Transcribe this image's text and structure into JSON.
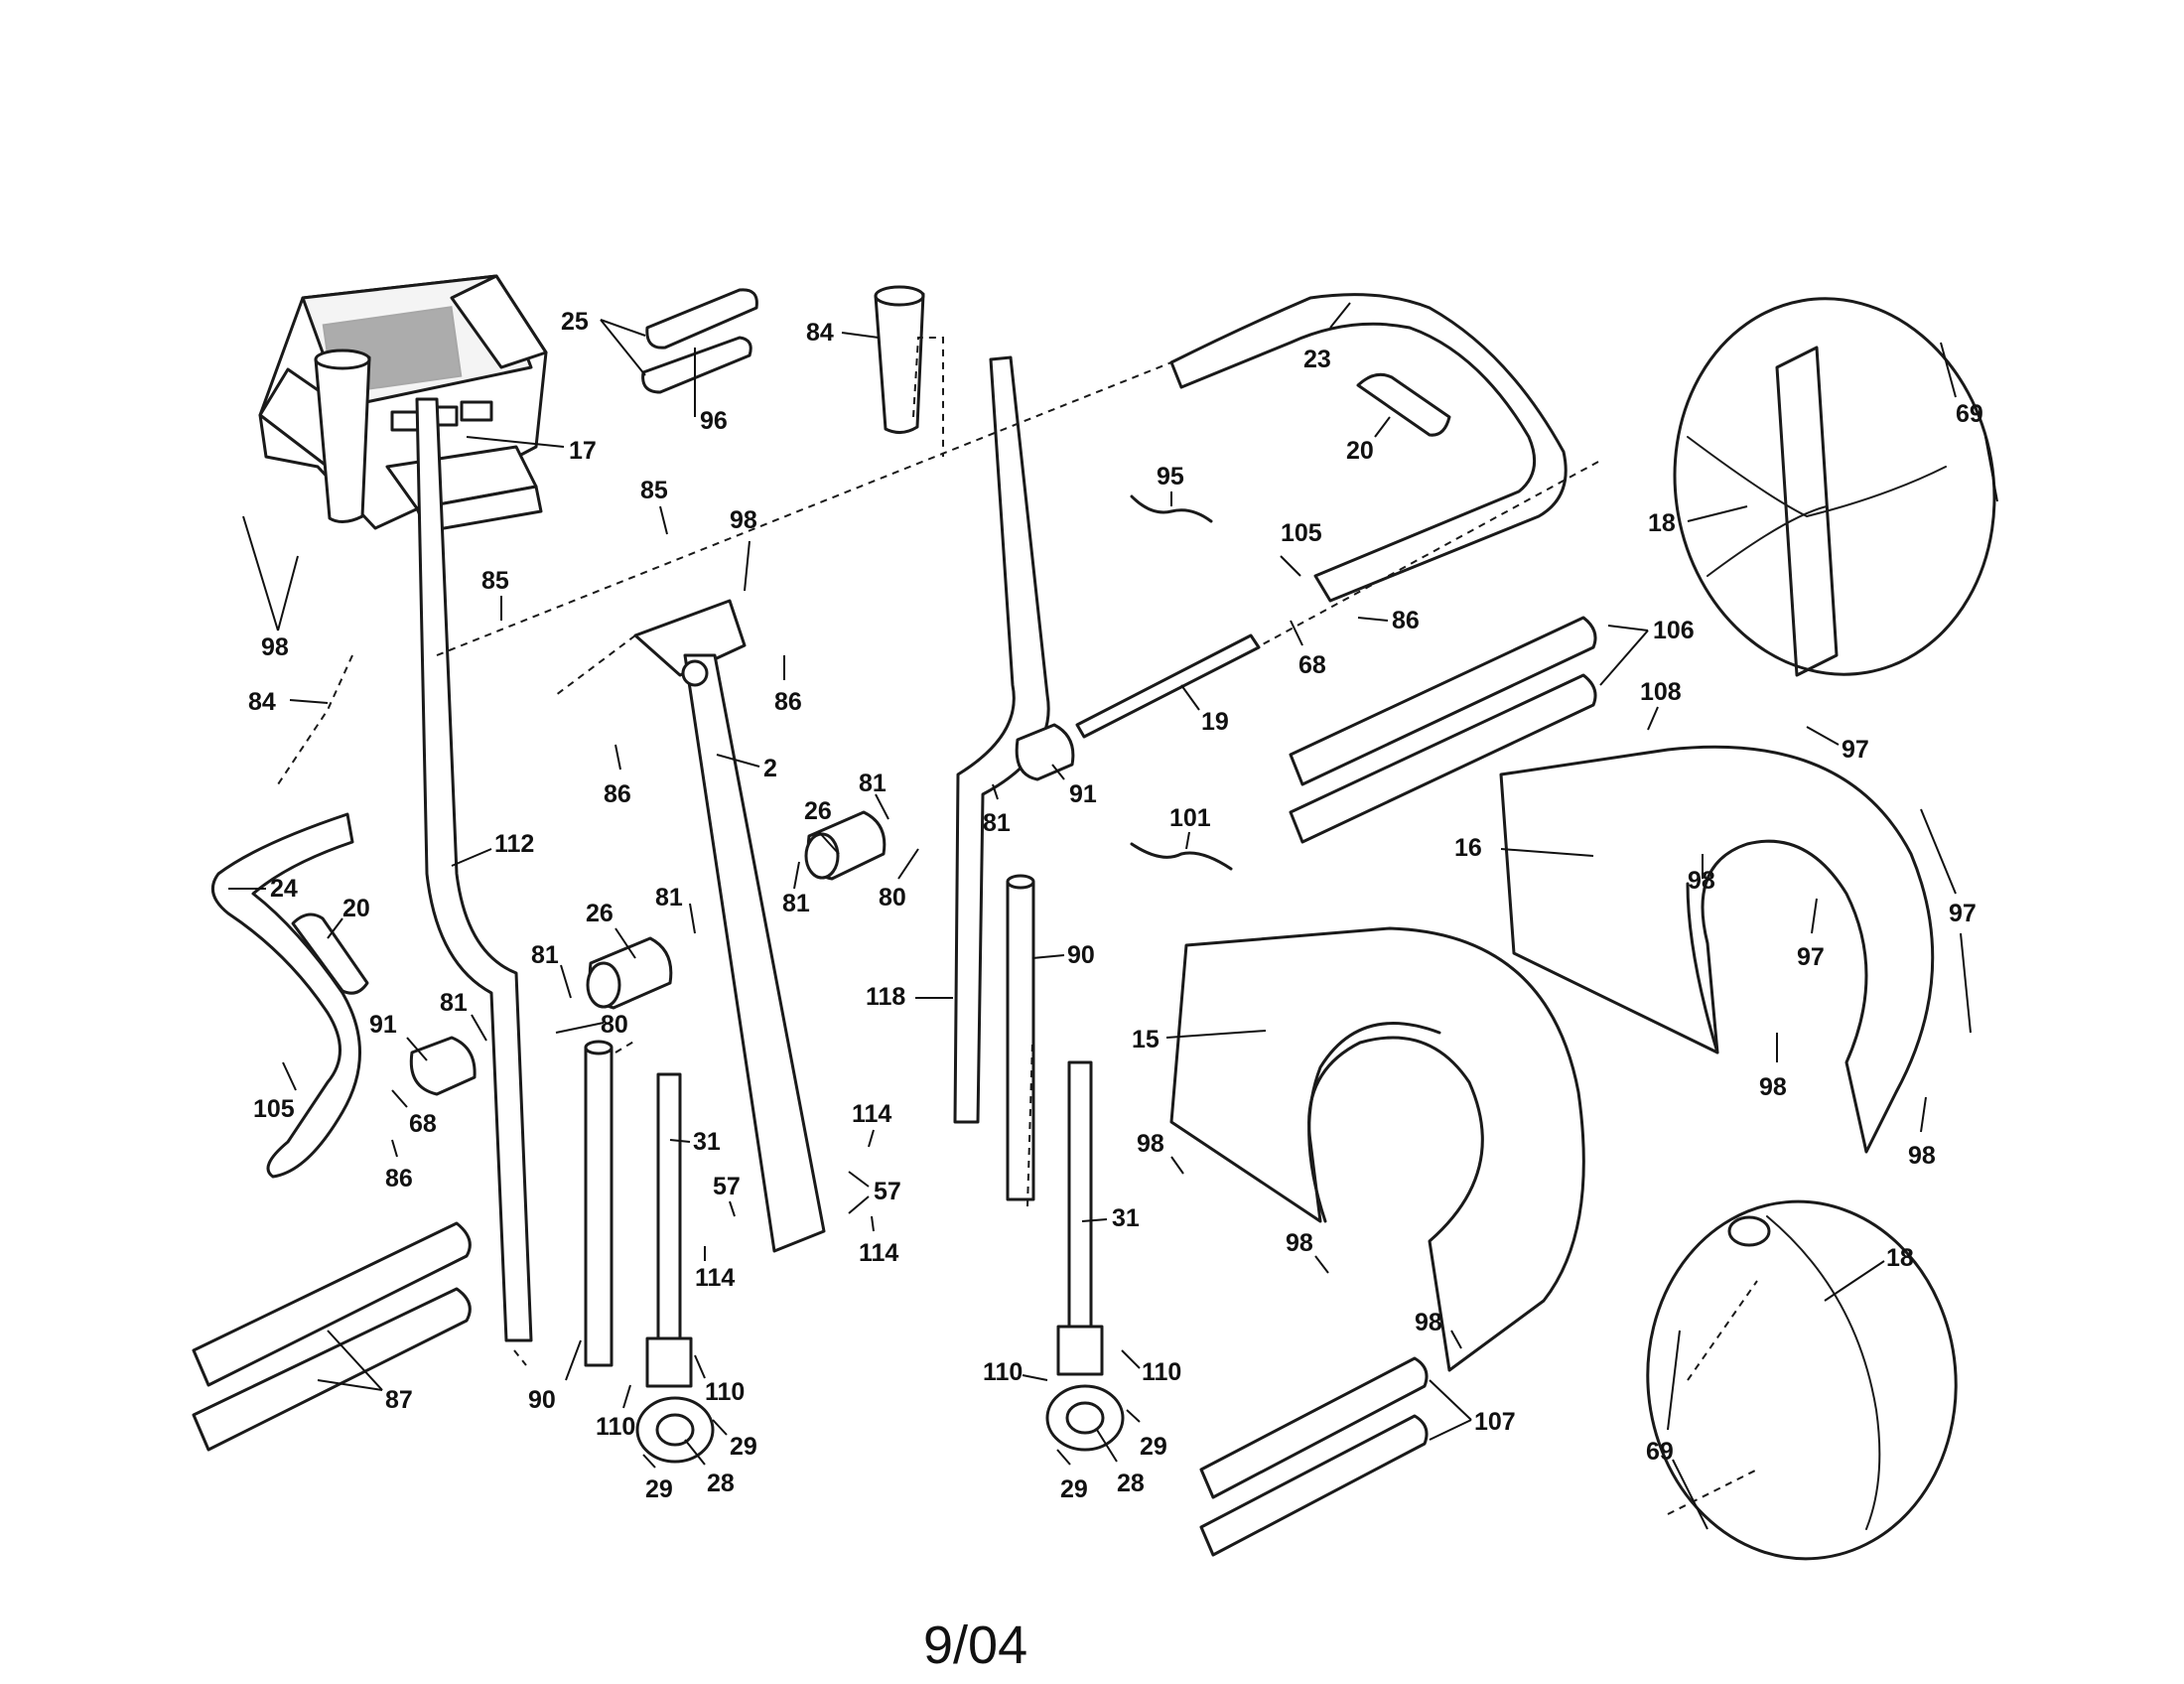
{
  "date_label": "9/04",
  "callouts": [
    {
      "id": "c-25",
      "label": "25"
    },
    {
      "id": "c-96",
      "label": "96"
    },
    {
      "id": "c-17",
      "label": "17"
    },
    {
      "id": "c-98-a",
      "label": "98"
    },
    {
      "id": "c-84-a",
      "label": "84"
    },
    {
      "id": "c-84-b",
      "label": "84"
    },
    {
      "id": "c-85-a",
      "label": "85"
    },
    {
      "id": "c-85-b",
      "label": "85"
    },
    {
      "id": "c-98-b",
      "label": "98"
    },
    {
      "id": "c-86-a",
      "label": "86"
    },
    {
      "id": "c-86-b",
      "label": "86"
    },
    {
      "id": "c-2",
      "label": "2"
    },
    {
      "id": "c-112",
      "label": "112"
    },
    {
      "id": "c-24",
      "label": "24"
    },
    {
      "id": "c-20-a",
      "label": "20"
    },
    {
      "id": "c-26-a",
      "label": "26"
    },
    {
      "id": "c-26-b",
      "label": "26"
    },
    {
      "id": "c-81-a",
      "label": "81"
    },
    {
      "id": "c-81-b",
      "label": "81"
    },
    {
      "id": "c-81-c",
      "label": "81"
    },
    {
      "id": "c-81-d",
      "label": "81"
    },
    {
      "id": "c-81-e",
      "label": "81"
    },
    {
      "id": "c-81-f",
      "label": "81"
    },
    {
      "id": "c-91-a",
      "label": "91"
    },
    {
      "id": "c-91-b",
      "label": "91"
    },
    {
      "id": "c-80-a",
      "label": "80"
    },
    {
      "id": "c-80-b",
      "label": "80"
    },
    {
      "id": "c-105-a",
      "label": "105"
    },
    {
      "id": "c-105-b",
      "label": "105"
    },
    {
      "id": "c-68-a",
      "label": "68"
    },
    {
      "id": "c-68-b",
      "label": "68"
    },
    {
      "id": "c-86-c",
      "label": "86"
    },
    {
      "id": "c-86-d",
      "label": "86"
    },
    {
      "id": "c-31-a",
      "label": "31"
    },
    {
      "id": "c-31-b",
      "label": "31"
    },
    {
      "id": "c-57",
      "label": "57"
    },
    {
      "id": "c-57-b",
      "label": "57"
    },
    {
      "id": "c-114-a",
      "label": "114"
    },
    {
      "id": "c-114-b",
      "label": "114"
    },
    {
      "id": "c-114-c",
      "label": "114"
    },
    {
      "id": "c-87",
      "label": "87"
    },
    {
      "id": "c-90-a",
      "label": "90"
    },
    {
      "id": "c-90-b",
      "label": "90"
    },
    {
      "id": "c-110-a",
      "label": "110"
    },
    {
      "id": "c-110-b",
      "label": "110"
    },
    {
      "id": "c-110-c",
      "label": "110"
    },
    {
      "id": "c-110-d",
      "label": "110"
    },
    {
      "id": "c-29-a",
      "label": "29"
    },
    {
      "id": "c-29-b",
      "label": "29"
    },
    {
      "id": "c-29-c",
      "label": "29"
    },
    {
      "id": "c-29-d",
      "label": "29"
    },
    {
      "id": "c-28-a",
      "label": "28"
    },
    {
      "id": "c-28-b",
      "label": "28"
    },
    {
      "id": "c-118",
      "label": "118"
    },
    {
      "id": "c-23",
      "label": "23"
    },
    {
      "id": "c-20-b",
      "label": "20"
    },
    {
      "id": "c-95",
      "label": "95"
    },
    {
      "id": "c-19",
      "label": "19"
    },
    {
      "id": "c-101",
      "label": "101"
    },
    {
      "id": "c-106",
      "label": "106"
    },
    {
      "id": "c-108",
      "label": "108"
    },
    {
      "id": "c-69-a",
      "label": "69"
    },
    {
      "id": "c-69-b",
      "label": "69"
    },
    {
      "id": "c-18-a",
      "label": "18"
    },
    {
      "id": "c-18-b",
      "label": "18"
    },
    {
      "id": "c-97-a",
      "label": "97"
    },
    {
      "id": "c-97-b",
      "label": "97"
    },
    {
      "id": "c-97-c",
      "label": "97"
    },
    {
      "id": "c-16",
      "label": "16"
    },
    {
      "id": "c-15",
      "label": "15"
    },
    {
      "id": "c-98-c",
      "label": "98"
    },
    {
      "id": "c-98-d",
      "label": "98"
    },
    {
      "id": "c-98-e",
      "label": "98"
    },
    {
      "id": "c-98-f",
      "label": "98"
    },
    {
      "id": "c-98-g",
      "label": "98"
    },
    {
      "id": "c-98-h",
      "label": "98"
    },
    {
      "id": "c-107",
      "label": "107"
    }
  ]
}
